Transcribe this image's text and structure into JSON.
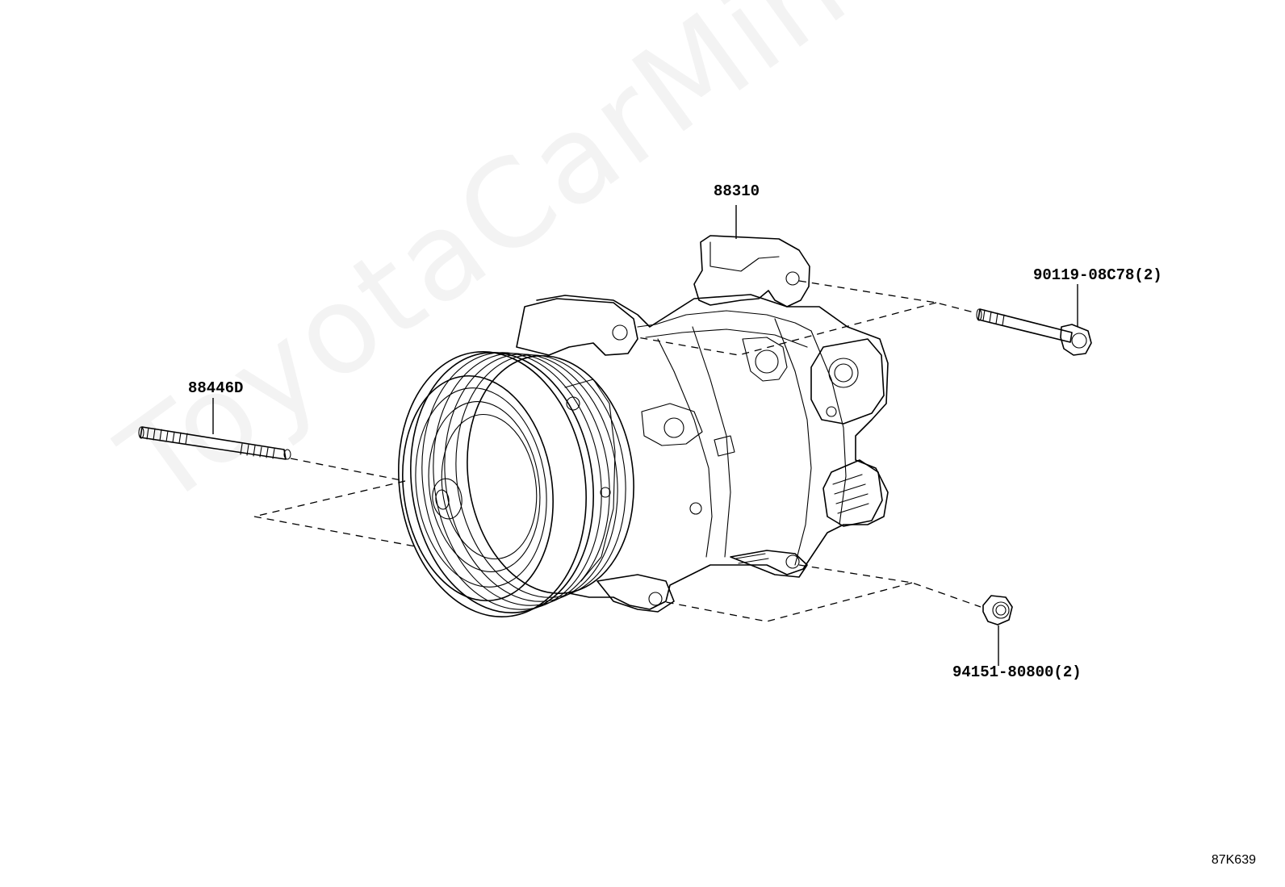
{
  "watermark": "ToyotaCarMine.ru",
  "diagram_id": "87K639",
  "parts": [
    {
      "key": "compressor",
      "label": "88310"
    },
    {
      "key": "stud",
      "label": "88446D"
    },
    {
      "key": "bolt",
      "label": "90119-08C78(2)"
    },
    {
      "key": "nut",
      "label": "94151-80800(2)"
    }
  ]
}
